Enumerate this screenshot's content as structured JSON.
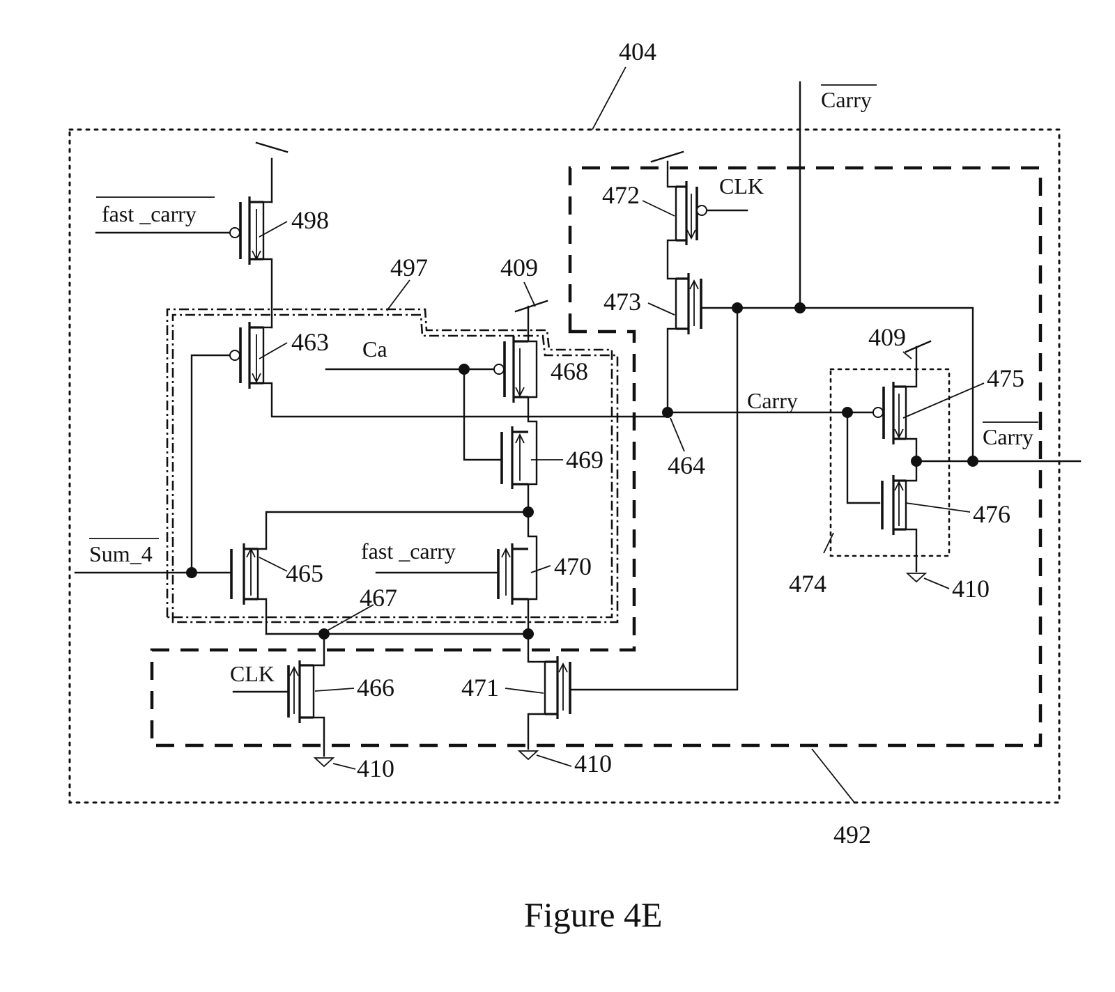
{
  "figure": {
    "caption": "Figure 4E"
  },
  "labels": {
    "box_outer": "404",
    "box_main_dashed": "492",
    "box_dashdot": "497",
    "box_output": "474",
    "vdd_a": "409",
    "vdd_b": "409",
    "gnd_a": "410",
    "gnd_b": "410",
    "gnd_c": "410",
    "node_464": "464",
    "node_467": "467",
    "t463": "463",
    "t465": "465",
    "t466": "466",
    "t468": "468",
    "t469": "469",
    "t470": "470",
    "t471": "471",
    "t472": "472",
    "t473": "473",
    "t475": "475",
    "t476": "476",
    "t498": "498"
  },
  "signals": {
    "fast_carry_bar": "fast _carry",
    "fast_carry": "fast _carry",
    "ca": "Ca",
    "sum_4_bar": "Sum_4",
    "clk_top": "CLK",
    "clk_bottom": "CLK",
    "carry_top_bar": "Carry",
    "carry_mid": "Carry",
    "carry_out_bar": "Carry"
  }
}
